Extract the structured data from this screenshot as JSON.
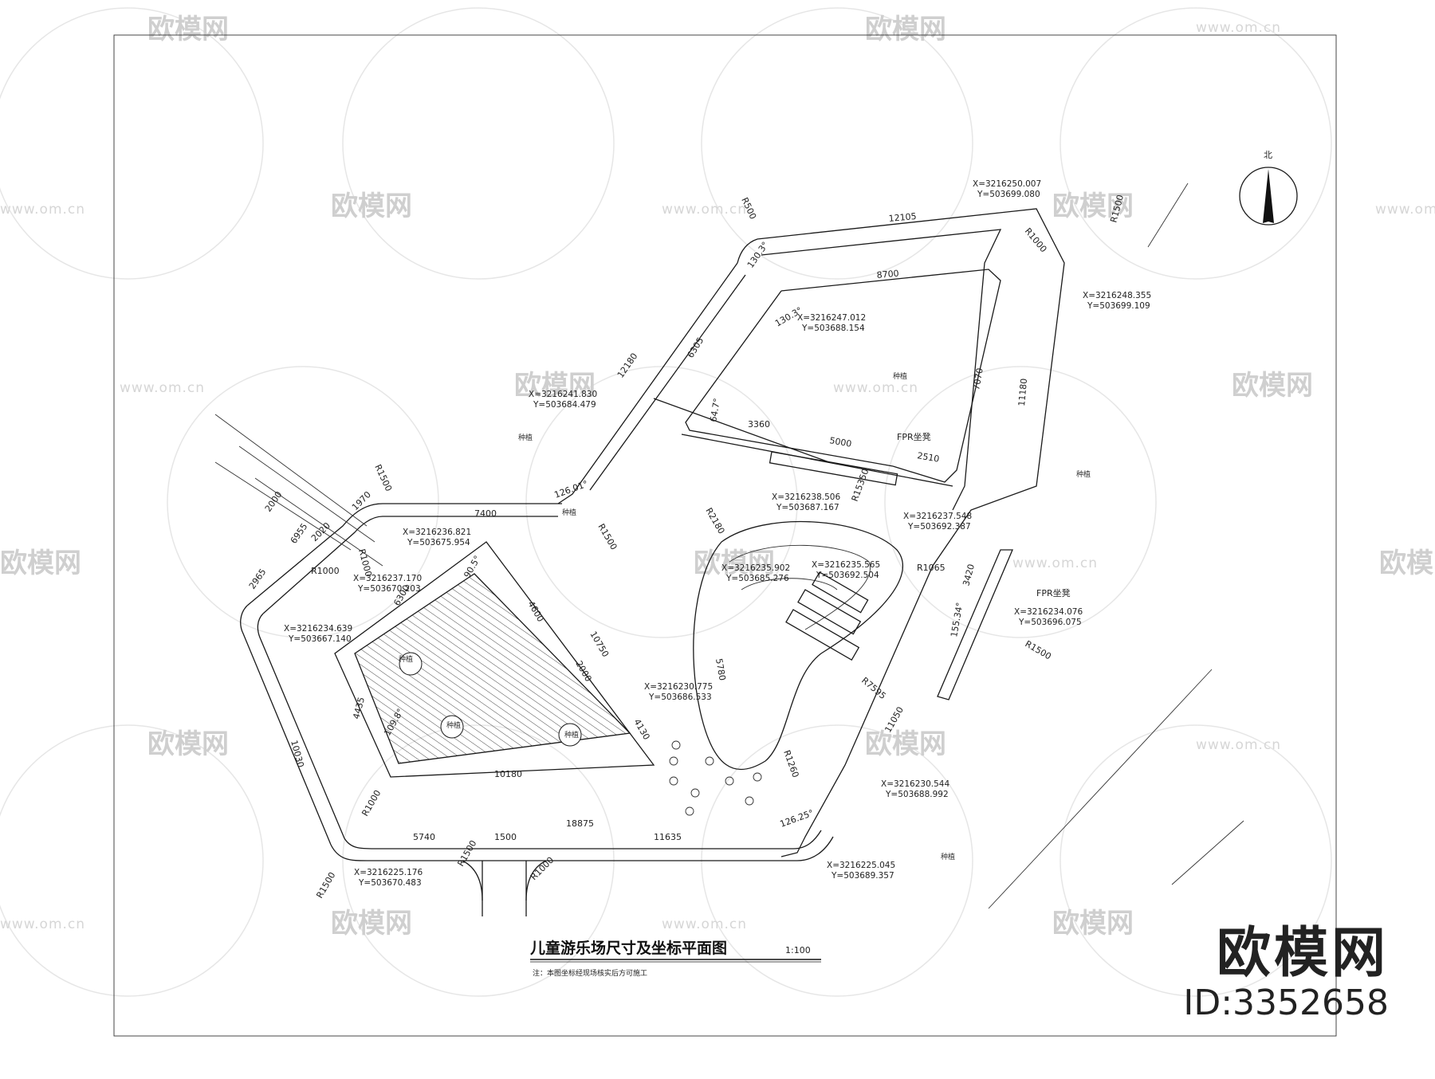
{
  "title": "儿童游乐场尺寸及坐标平面图",
  "scale": "1:100",
  "note": "注：本图坐标经现场核实后方可施工",
  "north": "北",
  "brand": {
    "logo": "欧模网",
    "id": "ID:3352658"
  },
  "watermark": {
    "text": "欧模网",
    "url": "www.om.cn"
  },
  "coords": [
    {
      "x": "X=3216250.007",
      "y": "Y=503699.080"
    },
    {
      "x": "X=3216248.355",
      "y": "Y=503699.109"
    },
    {
      "x": "X=3216247.012",
      "y": "Y=503688.154"
    },
    {
      "x": "X=3216241.830",
      "y": "Y=503684.479"
    },
    {
      "x": "X=3216238.506",
      "y": "Y=503687.167"
    },
    {
      "x": "X=3216237.548",
      "y": "Y=503692.387"
    },
    {
      "x": "X=3216236.821",
      "y": "Y=503675.954"
    },
    {
      "x": "X=3216237.170",
      "y": "Y=503670.203"
    },
    {
      "x": "X=3216235.902",
      "y": "Y=503685.276"
    },
    {
      "x": "X=3216235.565",
      "y": "Y=503692.504"
    },
    {
      "x": "X=3216234.639",
      "y": "Y=503667.140"
    },
    {
      "x": "X=3216234.076",
      "y": "Y=503696.075"
    },
    {
      "x": "X=3216230.775",
      "y": "Y=503686.533"
    },
    {
      "x": "X=3216230.544",
      "y": "Y=503688.992"
    },
    {
      "x": "X=3216225.176",
      "y": "Y=503670.483"
    },
    {
      "x": "X=3216225.045",
      "y": "Y=503689.357"
    }
  ],
  "dims": [
    "12105",
    "8700",
    "12180",
    "6305",
    "3360",
    "5000",
    "2510",
    "7070",
    "11180",
    "7400",
    "2000",
    "6955",
    "2965",
    "1970",
    "2020",
    "6300",
    "4600",
    "10750",
    "2000",
    "4130",
    "4435",
    "10180",
    "10030",
    "5780",
    "3420",
    "11050",
    "18875",
    "5740",
    "1500",
    "11635"
  ],
  "radii": [
    "R500",
    "R1000",
    "R1500",
    "R1500",
    "R2180",
    "R15350",
    "R1065",
    "R1500",
    "R7595",
    "R1260",
    "R1000",
    "R1000",
    "R1000",
    "R1500",
    "R1500",
    "R1500",
    "R1000"
  ],
  "angles": [
    "130.3°",
    "130.3°",
    "64.7°",
    "126.01°",
    "155.34°",
    "126.25°",
    "90.5°",
    "109.8°"
  ],
  "labels": {
    "tree": "种植",
    "fpr1": "FPR坐凳",
    "fpr2": "FPR坐凳"
  }
}
